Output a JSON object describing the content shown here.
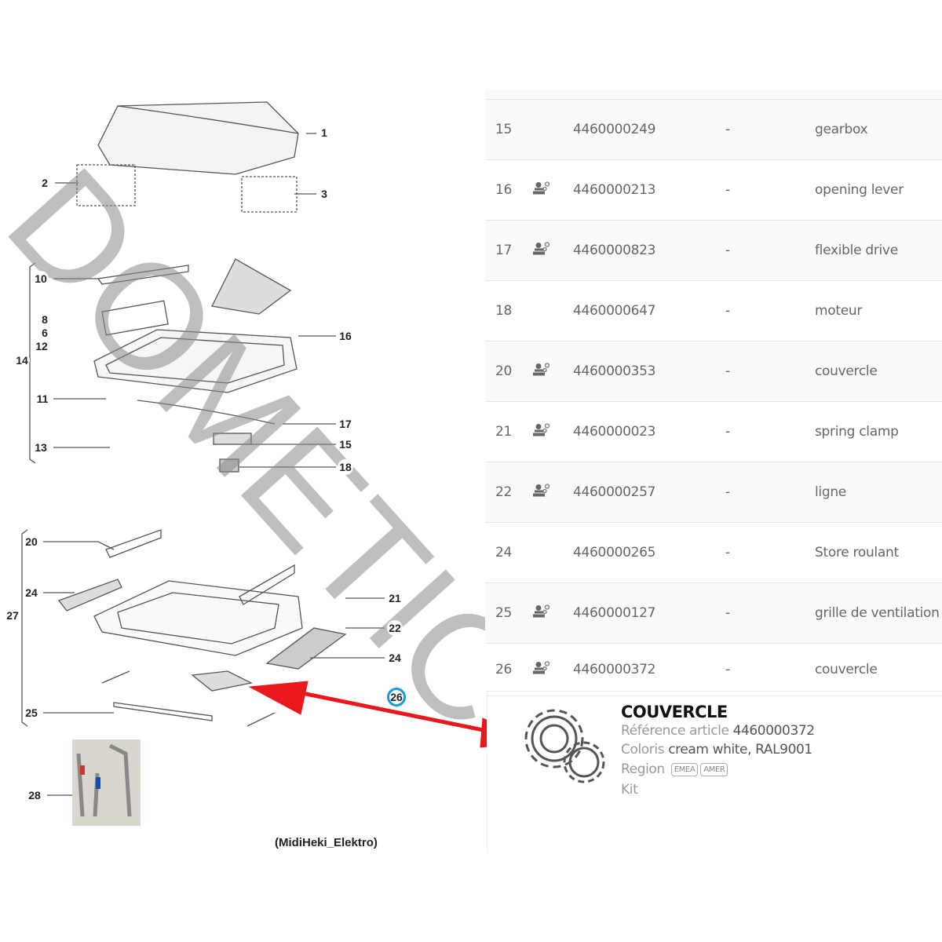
{
  "diagram": {
    "callouts": [
      "1",
      "2",
      "3",
      "10",
      "8",
      "6",
      "12",
      "14",
      "16",
      "11",
      "17",
      "15",
      "13",
      "18",
      "20",
      "24",
      "27",
      "21",
      "22",
      "24",
      "26",
      "25",
      "28"
    ],
    "caption": "(MidiHeki_Elektro)",
    "watermark": "DOMETIC"
  },
  "table": {
    "rows": [
      {
        "num": "15",
        "service": false,
        "ref": "4460000249",
        "dash": "-",
        "desc": "gearbox"
      },
      {
        "num": "16",
        "service": true,
        "ref": "4460000213",
        "dash": "-",
        "desc": "opening lever"
      },
      {
        "num": "17",
        "service": true,
        "ref": "4460000823",
        "dash": "-",
        "desc": "flexible drive"
      },
      {
        "num": "18",
        "service": false,
        "ref": "4460000647",
        "dash": "-",
        "desc": "moteur"
      },
      {
        "num": "20",
        "service": true,
        "ref": "4460000353",
        "dash": "-",
        "desc": "couvercle"
      },
      {
        "num": "21",
        "service": true,
        "ref": "4460000023",
        "dash": "-",
        "desc": "spring clamp"
      },
      {
        "num": "22",
        "service": true,
        "ref": "4460000257",
        "dash": "-",
        "desc": "ligne"
      },
      {
        "num": "24",
        "service": false,
        "ref": "4460000265",
        "dash": "-",
        "desc": "Store roulant"
      },
      {
        "num": "25",
        "service": true,
        "ref": "4460000127",
        "dash": "-",
        "desc": "grille de ventilation"
      },
      {
        "num": "26",
        "service": true,
        "ref": "4460000372",
        "dash": "-",
        "desc": "couvercle"
      }
    ]
  },
  "detail": {
    "title": "COUVERCLE",
    "ref_label": "Référence article",
    "ref_value": "4460000372",
    "color_label": "Coloris",
    "color_value": "cream white, RAL9001",
    "region_label": "Region",
    "regions": [
      "EMEA",
      "AMER"
    ],
    "kit": "Kit"
  },
  "colors": {
    "arrow": "#e8181c",
    "highlight": "#1a9ad6"
  }
}
